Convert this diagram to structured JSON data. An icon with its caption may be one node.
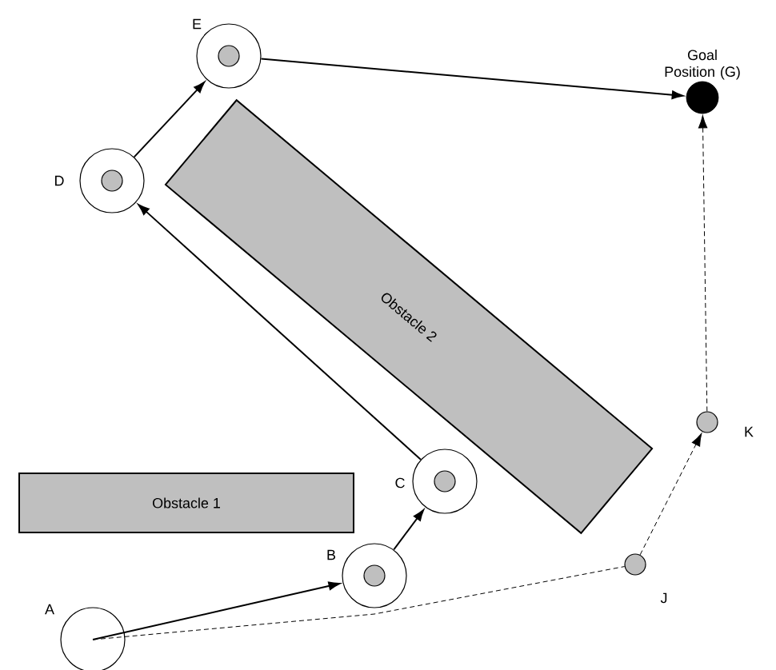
{
  "diagram": {
    "nodes": [
      {
        "text": [],
        "shape": "circle",
        "beside": [
          "E"
        ]
      },
      {
        "text": [
          "Goal Position (G)"
        ]
      },
      {
        "text": [],
        "shape": "circle",
        "beside": [
          "D"
        ]
      },
      {
        "text": [
          "Obstacle 2"
        ]
      },
      {
        "text": [],
        "shape": "circle",
        "beside": [
          "K"
        ]
      },
      {
        "text": [],
        "shape": "circle",
        "beside": [
          "C"
        ]
      },
      {
        "text": [
          "Obstacle 1"
        ]
      },
      {
        "text": [],
        "shape": "circle",
        "beside": [
          "B"
        ]
      },
      {
        "text": [],
        "shape": "circle",
        "beside": [
          "J"
        ]
      },
      {
        "text": [],
        "shape": "circle",
        "beside": [
          "A"
        ]
      }
    ],
    "edges": [
      {
        "from": 9,
        "to": 7,
        "arrow": "to"
      },
      {
        "from": 7,
        "to": 5,
        "arrow": "to"
      },
      {
        "from": 5,
        "to": 2,
        "arrow": "to"
      },
      {
        "from": 2,
        "to": 0,
        "arrow": "to"
      },
      {
        "from": 0,
        "to": 1,
        "arrow": "to"
      },
      {
        "from": 9,
        "to": 8,
        "arrow": "none",
        "style": "dashed"
      },
      {
        "from": 8,
        "to": 4,
        "arrow": "to",
        "style": "dashed"
      },
      {
        "from": 4,
        "to": 1,
        "arrow": "to",
        "style": "dashed"
      }
    ]
  }
}
